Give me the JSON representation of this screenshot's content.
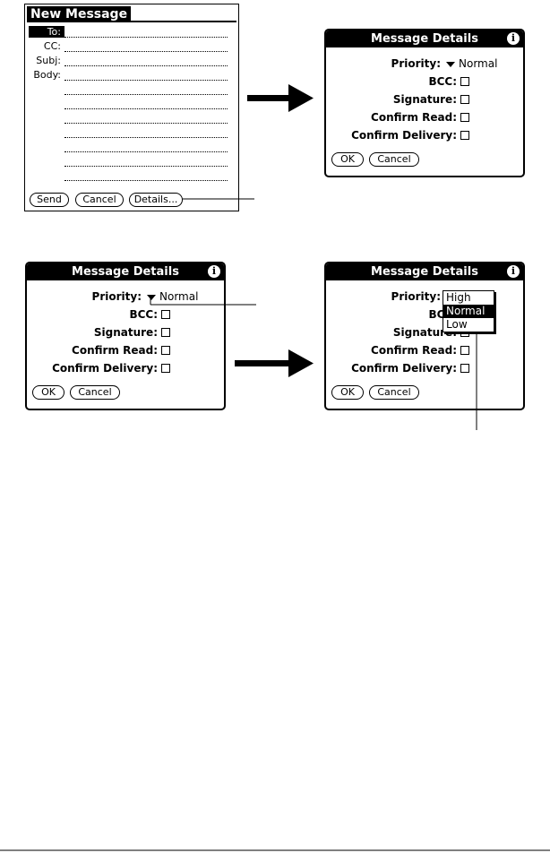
{
  "new_message": {
    "title": "New Message",
    "fields": {
      "to": "To:",
      "cc": "CC:",
      "subj": "Subj:",
      "body": "Body:"
    },
    "buttons": {
      "send": "Send",
      "cancel": "Cancel",
      "details": "Details..."
    }
  },
  "message_details": {
    "title": "Message Details",
    "info_icon": "info-icon",
    "priority_label": "Priority:",
    "priority_value": "Normal",
    "bcc_label": "BCC:",
    "signature_label": "Signature:",
    "confirm_read_label": "Confirm Read:",
    "confirm_delivery_label": "Confirm Delivery:",
    "ok_label": "OK",
    "cancel_label": "Cancel"
  },
  "priority_popup": {
    "options": [
      "High",
      "Normal",
      "Low"
    ],
    "selected": "Normal"
  }
}
